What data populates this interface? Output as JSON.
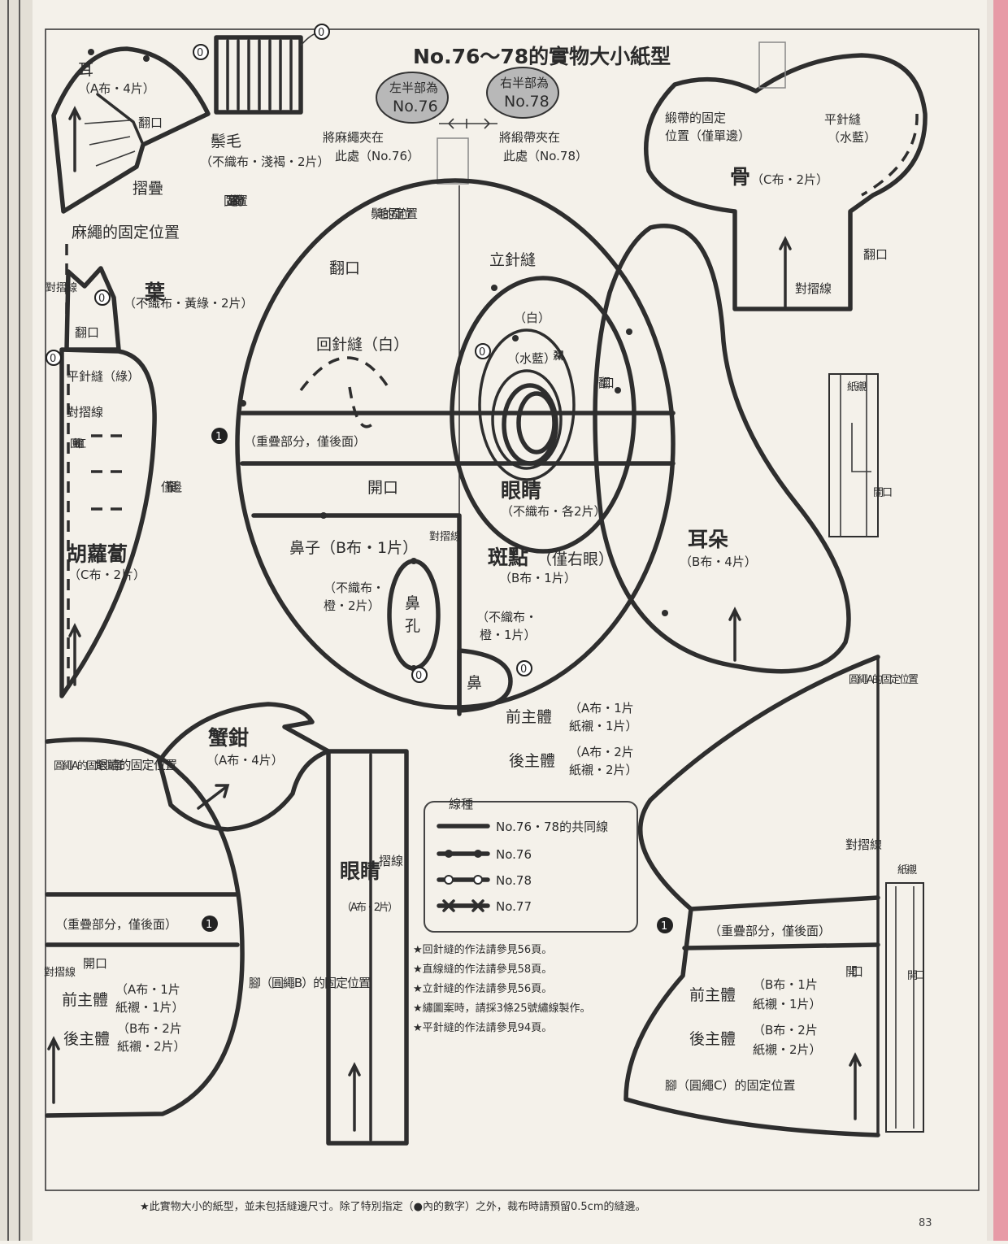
{
  "header": {
    "title": "No.76～78的實物大小紙型",
    "left_badge": [
      "左半部為",
      "No.76"
    ],
    "right_badge": [
      "右半部為",
      "No.78"
    ],
    "left_note": [
      "將麻繩夾在",
      "此處（No.76）"
    ],
    "right_note": [
      "將緞帶夾在",
      "此處（No.78）"
    ]
  },
  "pieces": {
    "ear_top": {
      "name": "耳",
      "spec": "（A布・4片）",
      "fold": "翻口",
      "pleat": "摺疊"
    },
    "hair": {
      "name": "鬃毛",
      "spec": "（不織布・淺褐・2片）",
      "pos": "鬃毛的固定位置"
    },
    "ear_pos": "固定耳朵的位置",
    "rope_pos": "麻繩的固定位置",
    "leaf": {
      "fold_line": "對摺線",
      "name": "葉",
      "spec": "（不織布・黃綠・2片）",
      "fold": "翻口"
    },
    "carrot": {
      "running": "平針縫（綠）",
      "fold_line": "對摺線",
      "back": "回針縫紅",
      "single": "僅單邊",
      "name": "胡蘿蔔",
      "spec": "（C布・2片）"
    },
    "head": {
      "fold": "翻口",
      "standing": "立針縫",
      "back": "回針縫（白）",
      "overlap": "（重疊部分，僅後面）",
      "opening": "開口",
      "nose_piece": "鼻子（B布・1片）",
      "fold_line": "對摺線",
      "nostril_spec": [
        "（不織布・",
        "橙・2片）"
      ],
      "nostril": [
        "鼻",
        "孔"
      ],
      "nose_spec": [
        "（不織布・",
        "橙・1片）"
      ],
      "nose": "鼻",
      "front": "前主體",
      "front_spec": [
        "（A布・1片",
        "紙襯・1片）"
      ],
      "back_body": "後主體",
      "back_spec": [
        "（A布・2片",
        "紙襯・2片）"
      ]
    },
    "eye": {
      "white": "（白）",
      "blue": "（水藍）",
      "brown": "深褐",
      "name": "眼睛",
      "spec": "（不織布・各2片）",
      "spot": "斑點",
      "spot_note": "（僅右眼）",
      "spot_spec": "（B布・1片）"
    },
    "bone": {
      "ribbon_pos": [
        "緞帶的固定",
        "位置（僅單邊）"
      ],
      "running": "平針縫",
      "running_color": "（水藍）",
      "name": "骨",
      "spec": "（C布・2片）",
      "fold": "翻口",
      "fold_line": "對摺線"
    },
    "ear_right": {
      "fold": "翻口",
      "name": "耳朵",
      "spec": "（B布・4片）"
    },
    "strip_right": {
      "interfacing": "紙襯",
      "opening": "開口"
    },
    "claw": {
      "name": "蟹鉗",
      "spec": "（A布・4片）"
    },
    "crab_body": {
      "rope_pos": "圓繩A的固定位置",
      "eye_pos": "眼睛的固定位置",
      "overlap": "（重疊部分，僅後面）",
      "fold_line": "對摺線",
      "opening": "開口",
      "front": "前主體",
      "front_spec": [
        "（A布・1片",
        "紙襯・1片）"
      ],
      "back_body": "後主體",
      "back_spec": [
        "（B布・2片",
        "紙襯・2片）"
      ],
      "leg_pos": "腳（圓繩B）的固定位置"
    },
    "eye_strip": {
      "name": "眼睛",
      "spec": "（A布・2片）",
      "pleat_line": "摺線"
    },
    "right_body": {
      "rope_pos": "圓繩A的固定位置",
      "fold_line": "對摺線",
      "interfacing": "紙襯",
      "overlap": "（重疊部分，僅後面）",
      "opening": "開口",
      "opening2": "開口",
      "front": "前主體",
      "front_spec": [
        "（B布・1片",
        "紙襯・1片）"
      ],
      "back_body": "後主體",
      "back_spec": [
        "（B布・2片",
        "紙襯・2片）"
      ],
      "leg_pos": "腳（圓繩C）的固定位置"
    }
  },
  "legend": {
    "title": "線種",
    "items": [
      "No.76・78的共同線",
      "No.76",
      "No.78",
      "No.77"
    ]
  },
  "notes": [
    "★回針縫的作法請參見56頁。",
    "★直線縫的作法請參見58頁。",
    "★立針縫的作法請參見56頁。",
    "★繡圖案時，請採3條25號繡線製作。",
    "★平針縫的作法請參見94頁。"
  ],
  "markers": {
    "zero": "0",
    "one": "1"
  },
  "footer": "★此實物大小的紙型，並未包括縫邊尺寸。除了特別指定（●內的數字）之外，裁布時請預留0.5cm的縫邊。",
  "page_number": "83"
}
